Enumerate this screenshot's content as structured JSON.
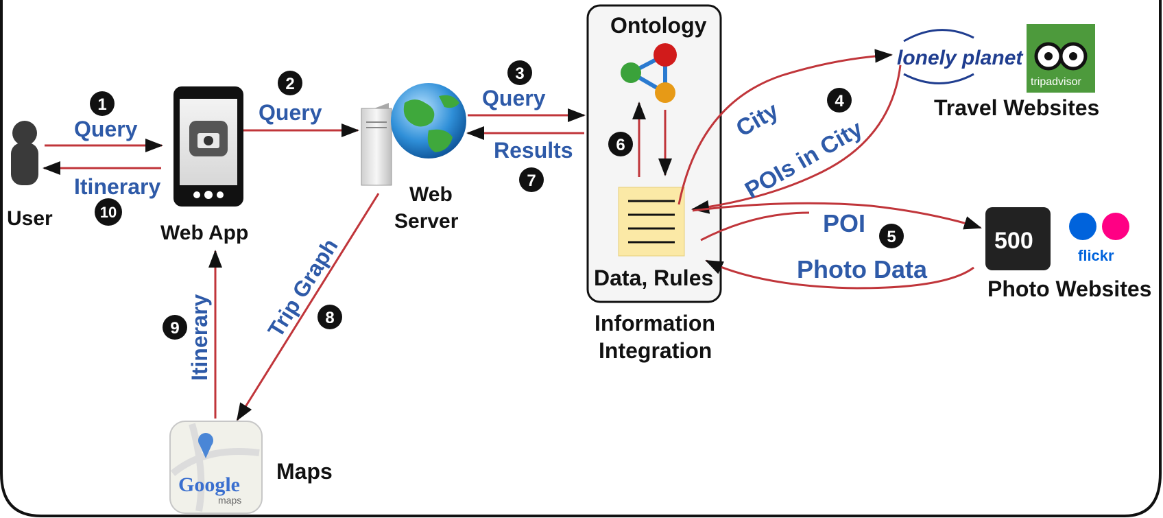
{
  "nodes": {
    "user": "User",
    "web_app": "Web App",
    "web_server": [
      "Web",
      "Server"
    ],
    "ontology": "Ontology",
    "data_rules": "Data, Rules",
    "information_integration": [
      "Information",
      "Integration"
    ],
    "travel_websites": "Travel Websites",
    "photo_websites": "Photo Websites",
    "maps": "Maps"
  },
  "logos": {
    "lonely_planet": "lonely planet",
    "tripadvisor": "tripadvisor",
    "five_hundred_px": "500",
    "flickr": "flickr",
    "google_maps": "Google",
    "google_maps_sub": "maps"
  },
  "edges": {
    "query_1": "Query",
    "itinerary_10": "Itinerary",
    "query_2": "Query",
    "query_3": "Query",
    "results_7": "Results",
    "city_4": "City",
    "pois_in_city_4": "POIs in City",
    "poi_5": "POI",
    "photo_data_5": "Photo Data",
    "trip_graph_8": "Trip Graph",
    "itinerary_9": "Itinerary"
  },
  "steps": [
    "1",
    "2",
    "3",
    "4",
    "5",
    "6",
    "7",
    "8",
    "9",
    "10"
  ],
  "colors": {
    "arrow_red": "#c0353a",
    "label_blue": "#2e5aa8",
    "note_yellow": "#fbe9a6",
    "badge_black": "#111111"
  }
}
